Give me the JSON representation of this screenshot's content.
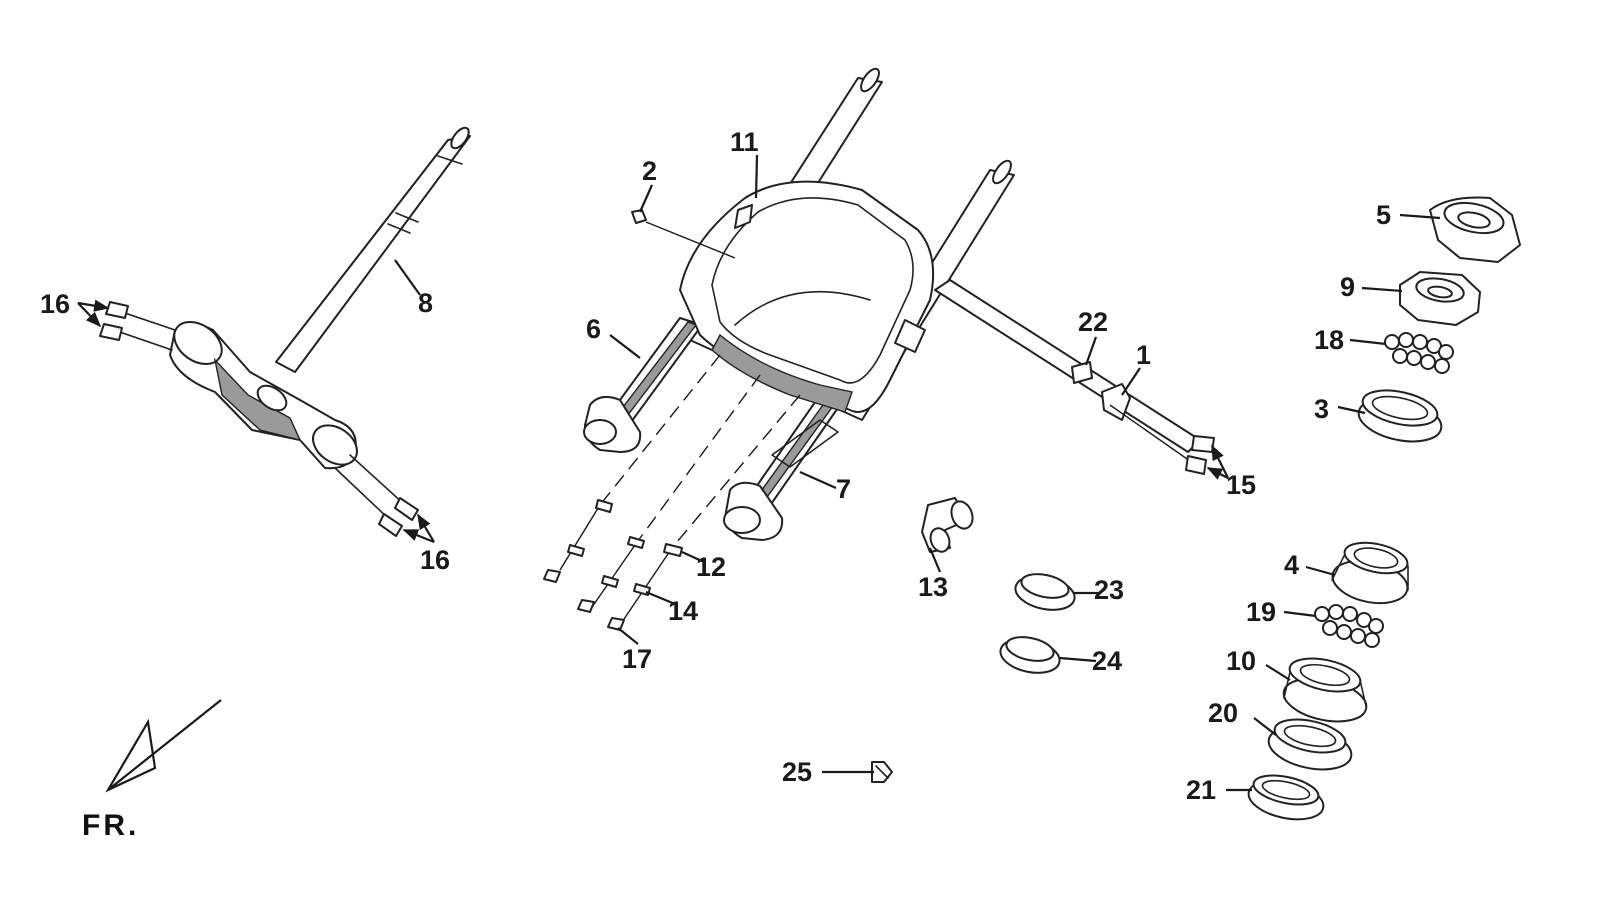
{
  "orientation": {
    "label": "FR."
  },
  "callouts": [
    "1",
    "2",
    "3",
    "4",
    "5",
    "6",
    "7",
    "8",
    "9",
    "10",
    "11",
    "12",
    "13",
    "14",
    "15",
    "16",
    "16",
    "17",
    "18",
    "19",
    "20",
    "21",
    "22",
    "23",
    "24",
    "25"
  ]
}
